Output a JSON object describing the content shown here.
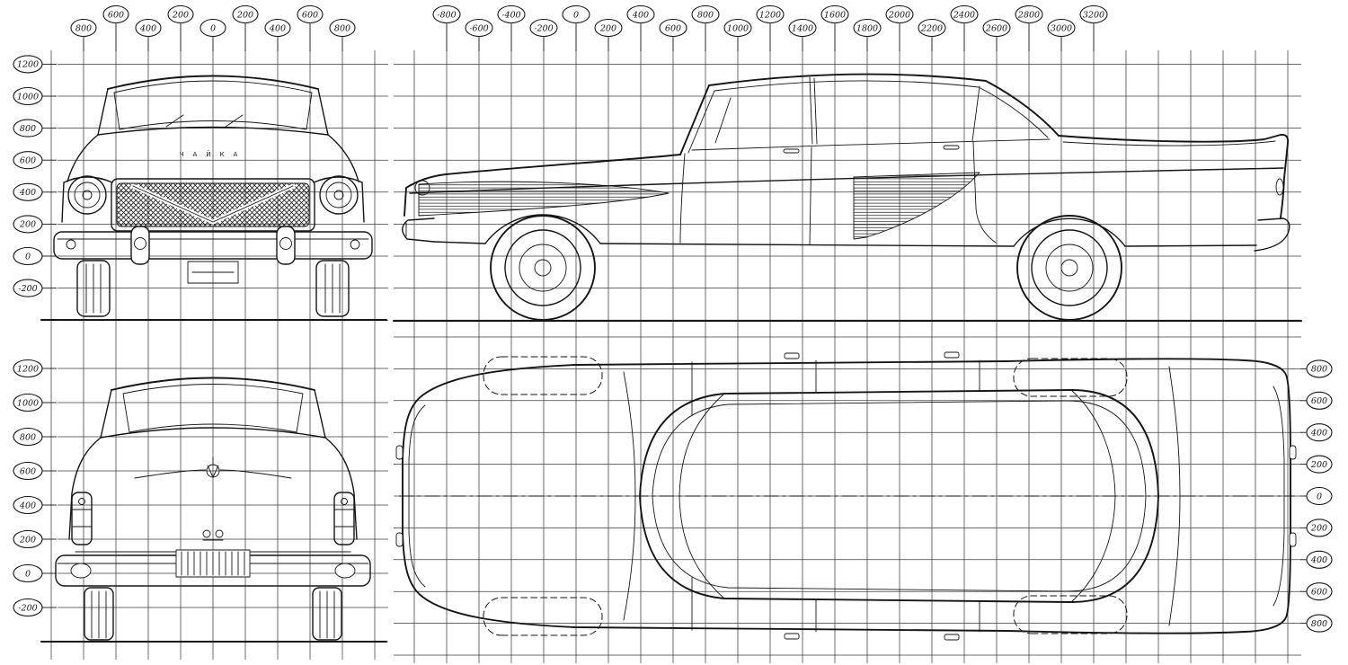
{
  "colors": {
    "paper": "#ffffff",
    "ink": "#161616",
    "grid": "#3d3d3d"
  },
  "axes": {
    "front_top": {
      "ticks": [
        {
          "v": -800,
          "label": "800"
        },
        {
          "v": -600,
          "label": "600"
        },
        {
          "v": -400,
          "label": "400"
        },
        {
          "v": -200,
          "label": "200"
        },
        {
          "v": 0,
          "label": "0"
        },
        {
          "v": 200,
          "label": "200"
        },
        {
          "v": 400,
          "label": "400"
        },
        {
          "v": 600,
          "label": "600"
        },
        {
          "v": 800,
          "label": "800"
        }
      ]
    },
    "side_top": {
      "ticks": [
        {
          "v": -800,
          "label": "-800"
        },
        {
          "v": -600,
          "label": "-600"
        },
        {
          "v": -400,
          "label": "-400"
        },
        {
          "v": -200,
          "label": "-200"
        },
        {
          "v": 0,
          "label": "0"
        },
        {
          "v": 200,
          "label": "200"
        },
        {
          "v": 400,
          "label": "400"
        },
        {
          "v": 600,
          "label": "600"
        },
        {
          "v": 800,
          "label": "800"
        },
        {
          "v": 1000,
          "label": "1000"
        },
        {
          "v": 1200,
          "label": "1200"
        },
        {
          "v": 1400,
          "label": "1400"
        },
        {
          "v": 1600,
          "label": "1600"
        },
        {
          "v": 1800,
          "label": "1800"
        },
        {
          "v": 2000,
          "label": "2000"
        },
        {
          "v": 2200,
          "label": "2200"
        },
        {
          "v": 2400,
          "label": "2400"
        },
        {
          "v": 2600,
          "label": "2600"
        },
        {
          "v": 2800,
          "label": "2800"
        },
        {
          "v": 3000,
          "label": "3000"
        },
        {
          "v": 3200,
          "label": "3200"
        }
      ]
    },
    "front_left": {
      "ticks": [
        {
          "v": 1200,
          "label": "1200"
        },
        {
          "v": 1000,
          "label": "1000"
        },
        {
          "v": 800,
          "label": "800"
        },
        {
          "v": 600,
          "label": "600"
        },
        {
          "v": 400,
          "label": "400"
        },
        {
          "v": 200,
          "label": "200"
        },
        {
          "v": 0,
          "label": "0"
        },
        {
          "v": -200,
          "label": "-200"
        }
      ]
    },
    "rear_left": {
      "ticks": [
        {
          "v": 1200,
          "label": "1200"
        },
        {
          "v": 1000,
          "label": "1000"
        },
        {
          "v": 800,
          "label": "800"
        },
        {
          "v": 600,
          "label": "600"
        },
        {
          "v": 400,
          "label": "400"
        },
        {
          "v": 200,
          "label": "200"
        },
        {
          "v": 0,
          "label": "0"
        },
        {
          "v": -200,
          "label": "-200"
        }
      ]
    },
    "plan_right": {
      "ticks": [
        {
          "v": 800,
          "label": "800"
        },
        {
          "v": 600,
          "label": "600"
        },
        {
          "v": 400,
          "label": "400"
        },
        {
          "v": 200,
          "label": "200"
        },
        {
          "v": 0,
          "label": "0"
        },
        {
          "v": -200,
          "label": "200"
        },
        {
          "v": -400,
          "label": "400"
        },
        {
          "v": -600,
          "label": "600"
        },
        {
          "v": -800,
          "label": "800"
        }
      ]
    }
  },
  "views": {
    "front": {
      "hood_badge": "ЧАЙКА"
    }
  }
}
